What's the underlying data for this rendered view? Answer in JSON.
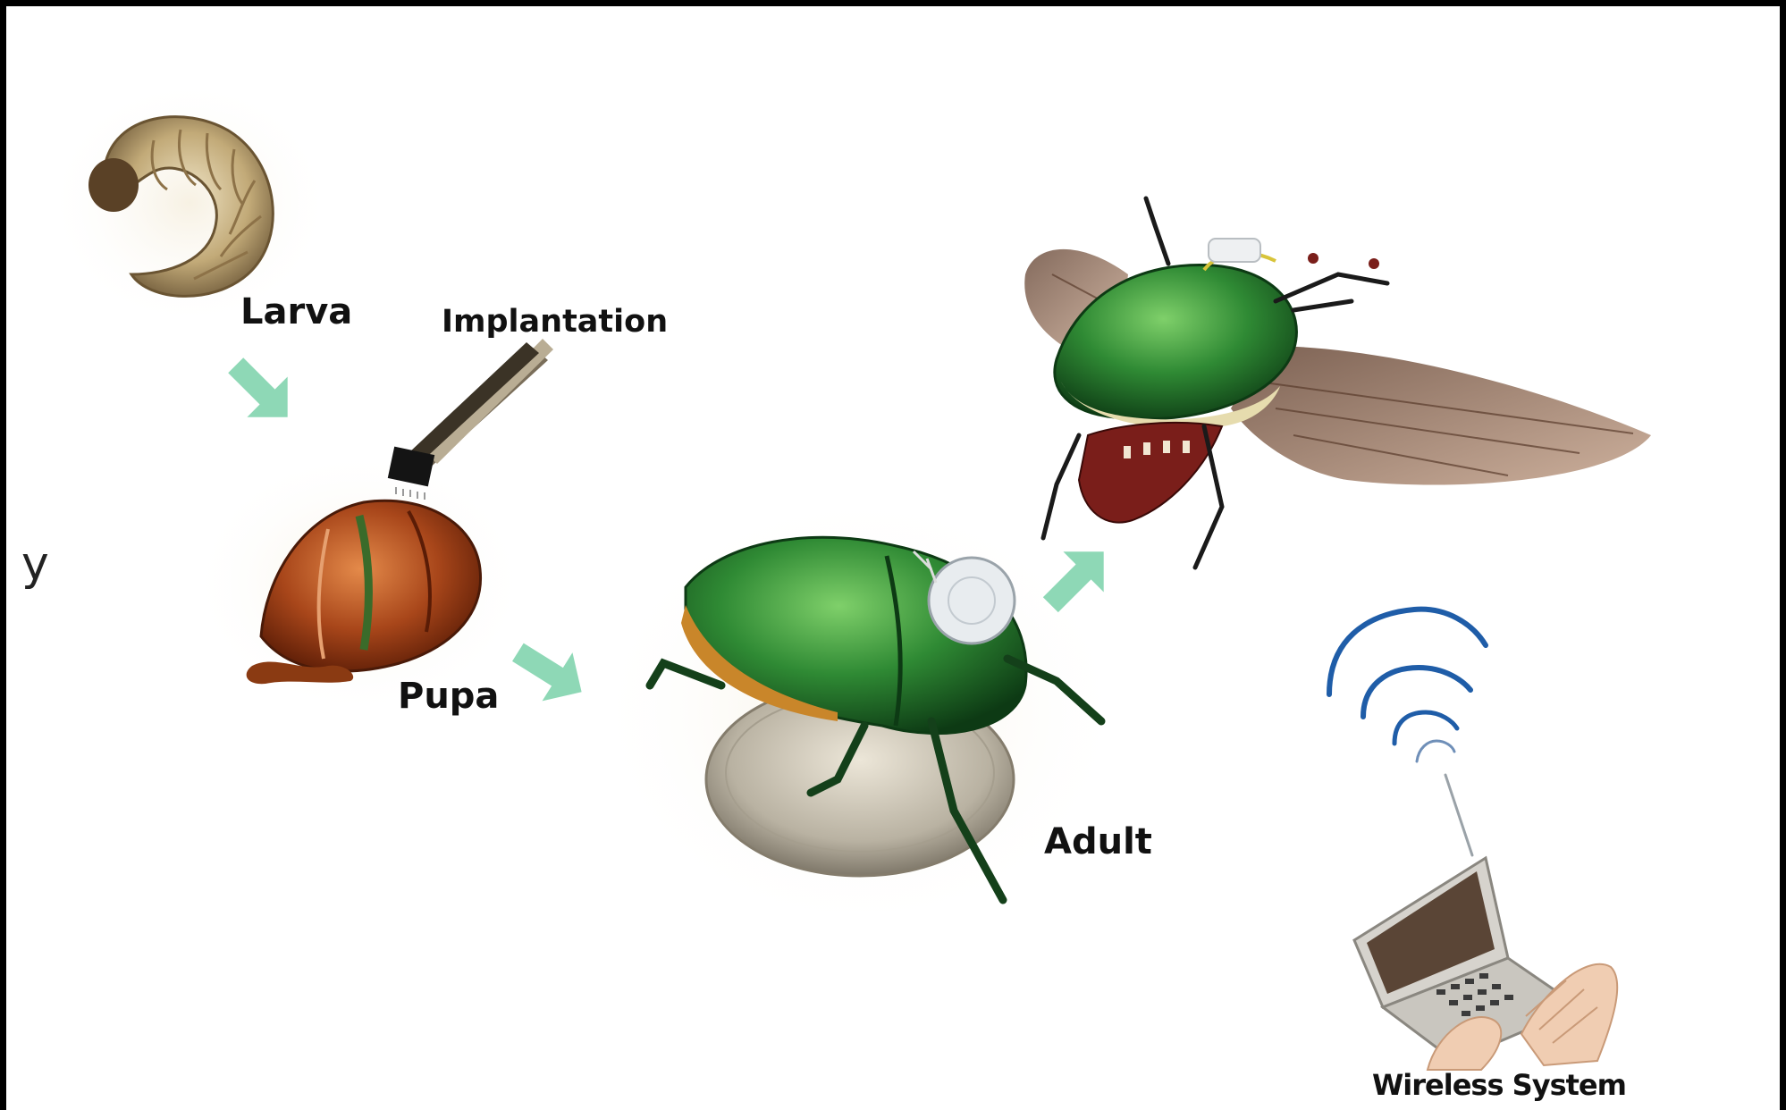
{
  "labels": {
    "larva": "Larva",
    "implantation": "Implantation",
    "pupa": "Pupa",
    "adult": "Adult",
    "wireless": "Wireless System"
  },
  "stray_glyph": "y",
  "colors": {
    "frame": "#000000",
    "background": "#ffffff",
    "arrow": "#8ed8b6",
    "beetle_green": "#2e7d3a",
    "pupa_brown": "#8a3a12",
    "signal_blue": "#1f5da8"
  },
  "icons": [
    "larva-image",
    "tweezers-with-chip",
    "pupa-image",
    "beetle-on-coin",
    "flying-beetle",
    "wireless-signal-icon",
    "laptop-with-hands"
  ]
}
